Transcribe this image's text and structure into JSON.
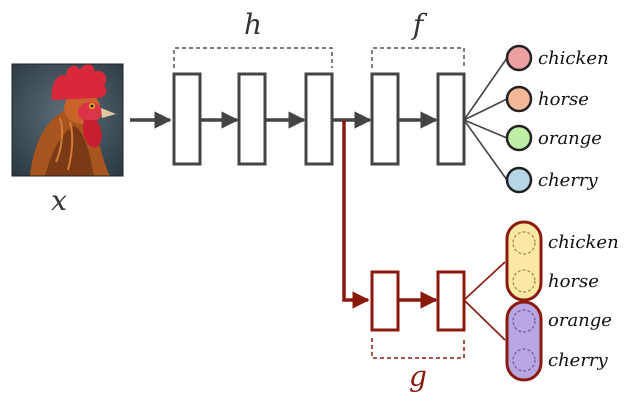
{
  "labels": {
    "input": "x",
    "trunk": "h",
    "head_main": "f",
    "head_aux": "g"
  },
  "classes_main": [
    "chicken",
    "horse",
    "orange",
    "cherry"
  ],
  "classes_aux": [
    "chicken",
    "horse",
    "orange",
    "cherry"
  ],
  "colors": {
    "block": "#444444",
    "aux": "#8b1a0e",
    "main_nodes": [
      "#eda0a0",
      "#f3b89a",
      "#bdf0a6",
      "#b6d6e6"
    ],
    "group_yellow": "#fbe8a5",
    "group_purple": "#b8a6e0",
    "image_alt": "rooster"
  }
}
